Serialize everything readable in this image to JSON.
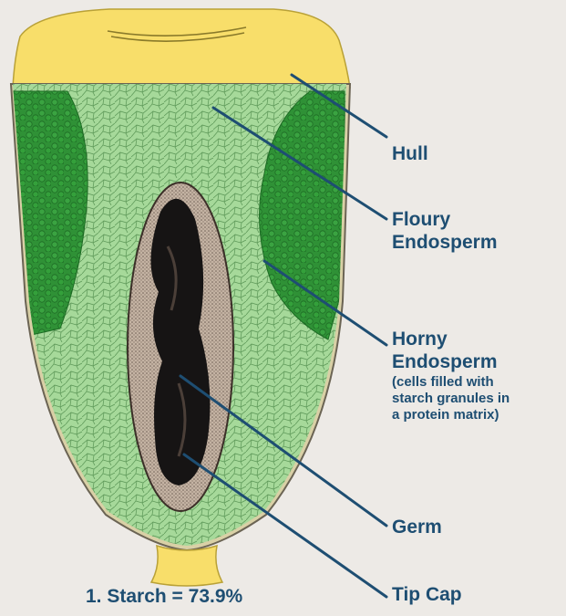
{
  "colors": {
    "background": "#edeae6",
    "hull": "#f8de6a",
    "floury_endosperm": "#a6d99a",
    "horny_endosperm": "#2e8f35",
    "germ_outer": "#b7a79a",
    "germ_inner": "#141414",
    "label_text": "#1e4e72",
    "leader_line": "#1e4e72"
  },
  "labels": {
    "hull": "Hull",
    "floury_line1": "Floury",
    "floury_line2": "Endosperm",
    "horny_line1": "Horny",
    "horny_line2": "Endosperm",
    "horny_note1": "(cells filled with",
    "horny_note2": "starch granules in",
    "horny_note3": "a protein matrix)",
    "germ": "Germ",
    "tip_cap": "Tip Cap"
  },
  "footnote": "1. Starch = 73.9%"
}
